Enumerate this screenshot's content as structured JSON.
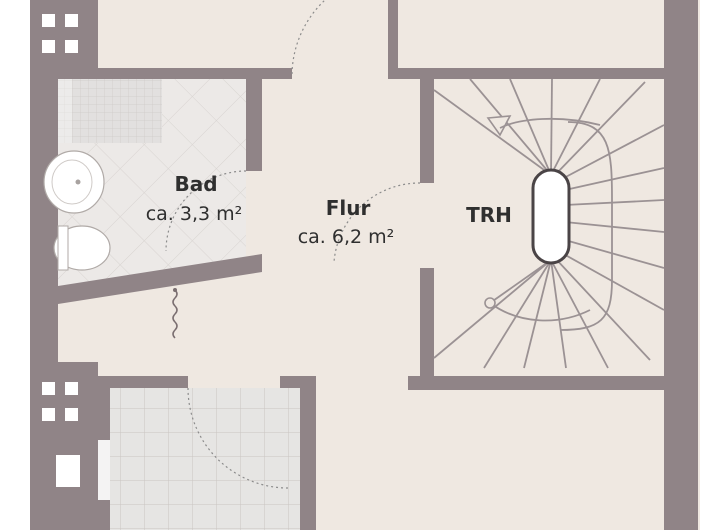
{
  "rooms": {
    "bad": {
      "name": "Bad",
      "area": "ca. 3,3 m²"
    },
    "flur": {
      "name": "Flur",
      "area": "ca. 6,2 m²"
    },
    "stair": {
      "name": "TRH"
    }
  },
  "colors": {
    "wall": "#908487",
    "floor": "#efe8e1",
    "window": "#ffffff"
  },
  "icons": [
    "window-icon",
    "sink-icon",
    "toilet-icon",
    "heater-icon",
    "stair-arrow-icon"
  ]
}
